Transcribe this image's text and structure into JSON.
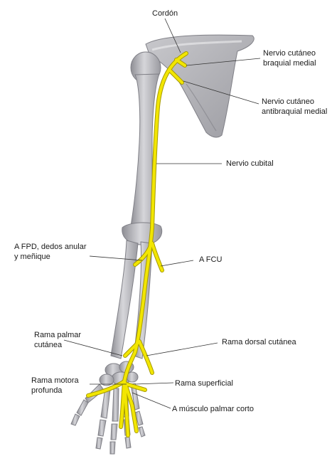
{
  "labels": {
    "cordon": "Cordón",
    "cutaneo_braquial": [
      "Nervio cutáneo",
      "braquial medial"
    ],
    "cutaneo_antibraquial": [
      "Nervio cutáneo",
      "antibraquial medial"
    ],
    "cubital": "Nervio cubital",
    "fpd": [
      "A FPD, dedos anular",
      "y meñique"
    ],
    "fcu": "A FCU",
    "rama_palmar": [
      "Rama palmar",
      "cutánea"
    ],
    "rama_dorsal": "Rama dorsal cutánea",
    "rama_motora": [
      "Rama motora",
      "profunda"
    ],
    "rama_superficial": "Rama superficial",
    "palmar_corto": "A músculo palmar corto"
  },
  "colors": {
    "nerve": "#f2e600",
    "nerve_outline": "#9a8f00",
    "bone": "#b9b9bd",
    "bone_shadow": "#8e8e94",
    "bone_light": "#dcdce0",
    "leader": "#333333"
  }
}
